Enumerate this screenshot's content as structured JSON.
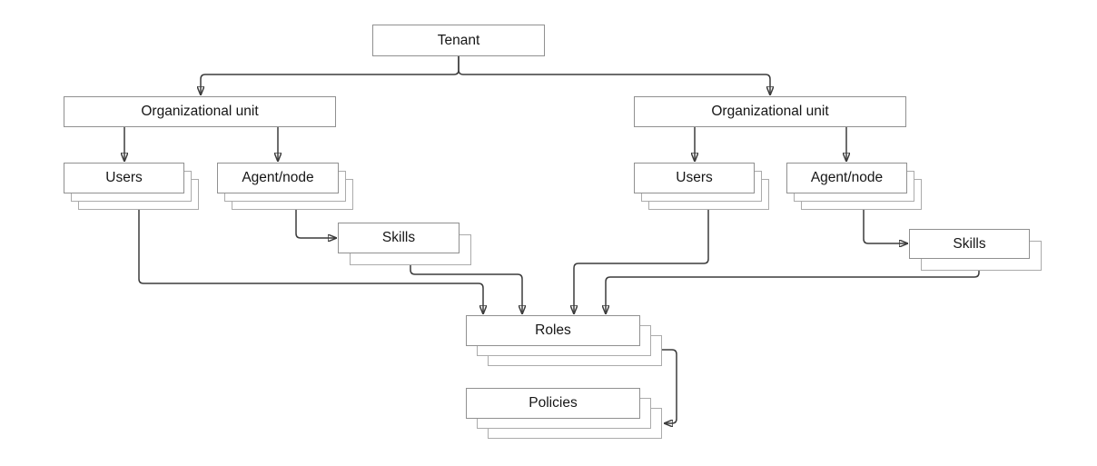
{
  "diagram": {
    "type": "hierarchy",
    "description": "Tenant organizational hierarchy diagram",
    "nodes": {
      "tenant": {
        "label": "Tenant",
        "stack": 1
      },
      "org_unit_left": {
        "label": "Organizational unit",
        "stack": 1
      },
      "org_unit_right": {
        "label": "Organizational unit",
        "stack": 1
      },
      "users_left": {
        "label": "Users",
        "stack": 3
      },
      "agent_node_left": {
        "label": "Agent/node",
        "stack": 3
      },
      "skills_left": {
        "label": "Skills",
        "stack": 2
      },
      "users_right": {
        "label": "Users",
        "stack": 3
      },
      "agent_node_right": {
        "label": "Agent/node",
        "stack": 3
      },
      "skills_right": {
        "label": "Skills",
        "stack": 2
      },
      "roles": {
        "label": "Roles",
        "stack": 3
      },
      "policies": {
        "label": "Policies",
        "stack": 3
      }
    },
    "edges": [
      {
        "from": "tenant",
        "to": "org_unit_left"
      },
      {
        "from": "tenant",
        "to": "org_unit_right"
      },
      {
        "from": "org_unit_left",
        "to": "users_left"
      },
      {
        "from": "org_unit_left",
        "to": "agent_node_left"
      },
      {
        "from": "agent_node_left",
        "to": "skills_left"
      },
      {
        "from": "org_unit_right",
        "to": "users_right"
      },
      {
        "from": "org_unit_right",
        "to": "agent_node_right"
      },
      {
        "from": "agent_node_right",
        "to": "skills_right"
      },
      {
        "from": "users_left",
        "to": "roles"
      },
      {
        "from": "skills_left",
        "to": "roles"
      },
      {
        "from": "users_right",
        "to": "roles"
      },
      {
        "from": "skills_right",
        "to": "roles"
      },
      {
        "from": "roles",
        "to": "policies"
      }
    ],
    "colors": {
      "background": "#ffffff",
      "box_border": "#909090",
      "stack_border": "#ababab",
      "line": "#3c3c3c",
      "text": "#161616"
    }
  }
}
